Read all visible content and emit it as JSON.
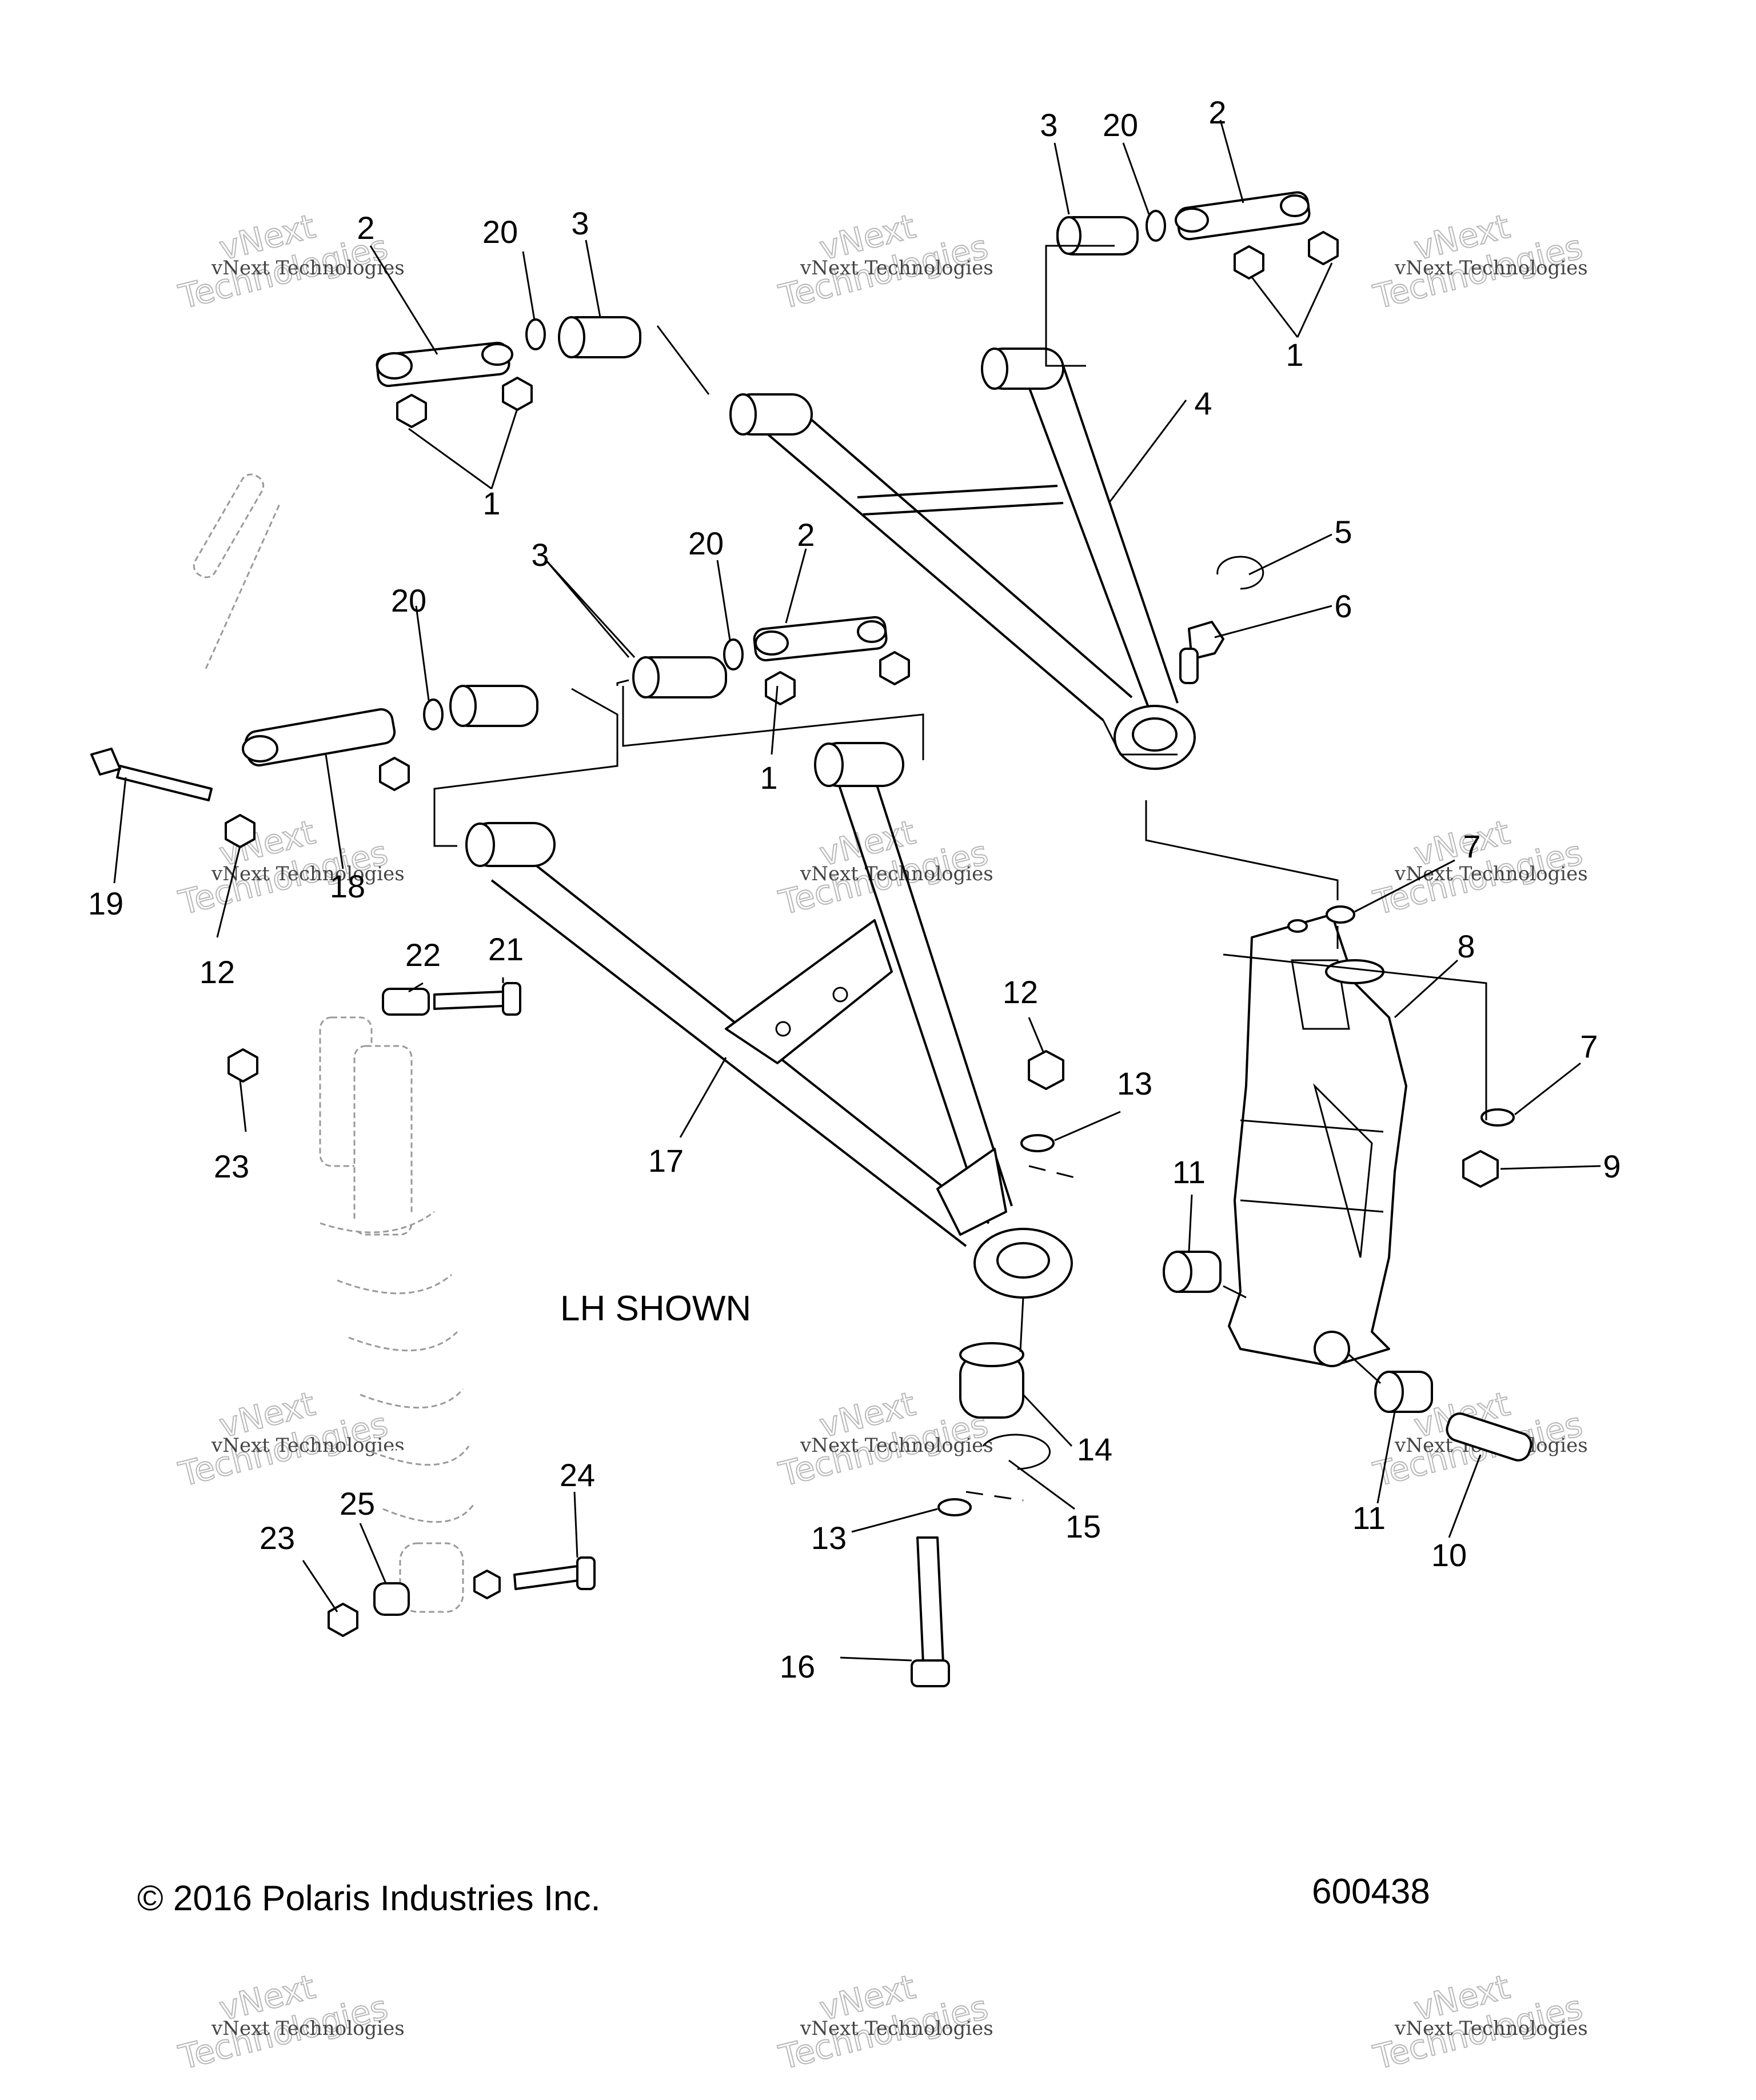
{
  "callouts": [
    {
      "id": "c2a",
      "text": "2"
    },
    {
      "id": "c20a",
      "text": "20"
    },
    {
      "id": "c3a",
      "text": "3"
    },
    {
      "id": "c1a",
      "text": "1"
    },
    {
      "id": "c3b",
      "text": "3"
    },
    {
      "id": "c20b",
      "text": "20"
    },
    {
      "id": "c2b",
      "text": "2"
    },
    {
      "id": "c1b",
      "text": "1"
    },
    {
      "id": "c4",
      "text": "4"
    },
    {
      "id": "c5",
      "text": "5"
    },
    {
      "id": "c6",
      "text": "6"
    },
    {
      "id": "c3c",
      "text": "3"
    },
    {
      "id": "c20c",
      "text": "20"
    },
    {
      "id": "c2c",
      "text": "2"
    },
    {
      "id": "c20d",
      "text": "20"
    },
    {
      "id": "c1c",
      "text": "1"
    },
    {
      "id": "c19",
      "text": "19"
    },
    {
      "id": "c18",
      "text": "18"
    },
    {
      "id": "c12a",
      "text": "12"
    },
    {
      "id": "c22",
      "text": "22"
    },
    {
      "id": "c21",
      "text": "21"
    },
    {
      "id": "c23a",
      "text": "23"
    },
    {
      "id": "c17",
      "text": "17"
    },
    {
      "id": "c12b",
      "text": "12"
    },
    {
      "id": "c13a",
      "text": "13"
    },
    {
      "id": "c7a",
      "text": "7"
    },
    {
      "id": "c8",
      "text": "8"
    },
    {
      "id": "c7b",
      "text": "7"
    },
    {
      "id": "c9",
      "text": "9"
    },
    {
      "id": "c11a",
      "text": "11"
    },
    {
      "id": "c14",
      "text": "14"
    },
    {
      "id": "c15",
      "text": "15"
    },
    {
      "id": "c13b",
      "text": "13"
    },
    {
      "id": "c16",
      "text": "16"
    },
    {
      "id": "c11b",
      "text": "11"
    },
    {
      "id": "c10",
      "text": "10"
    },
    {
      "id": "c24",
      "text": "24"
    },
    {
      "id": "c23b",
      "text": "23"
    },
    {
      "id": "c25",
      "text": "25"
    }
  ],
  "note": "LH SHOWN",
  "copyright": "© 2016 Polaris Industries Inc.",
  "figure_number": "600438",
  "watermark": {
    "line1": "vNext Technologies",
    "line2": "vNext",
    "line3": "Technologies"
  }
}
